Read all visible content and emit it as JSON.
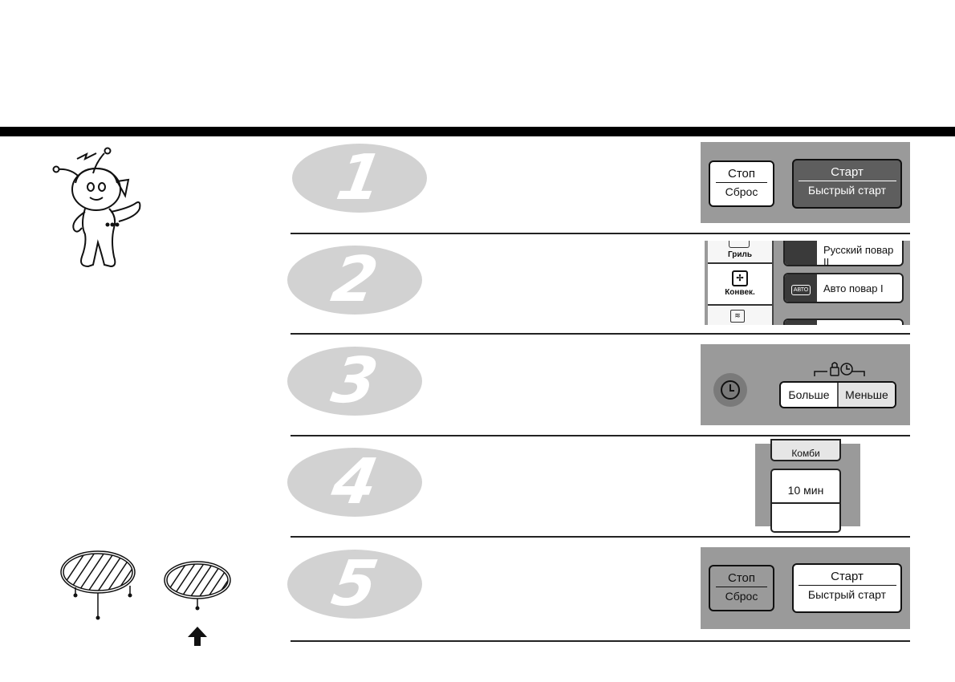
{
  "steps": [
    {
      "number": "1"
    },
    {
      "number": "2"
    },
    {
      "number": "3"
    },
    {
      "number": "4"
    },
    {
      "number": "5"
    }
  ],
  "panel1": {
    "stop_top": "Стоп",
    "stop_bottom": "Сброс",
    "start_top": "Старт",
    "start_bottom": "Быстрый старт"
  },
  "panel2": {
    "grill": "Гриль",
    "convection": "Конвек.",
    "russian_chef": "Русский повар II",
    "auto_chef": "Авто повар I",
    "auto_badge": "АВТО"
  },
  "panel3": {
    "more": "Больше",
    "less": "Меньше"
  },
  "panel4": {
    "combi": "Комби",
    "ten_min": "10 мин"
  },
  "panel5": {
    "stop_top": "Стоп",
    "stop_bottom": "Сброс",
    "start_top": "Старт",
    "start_bottom": "Быстрый старт"
  },
  "icons": [
    "mascot-illustration",
    "high-rack-illustration",
    "low-rack-illustration",
    "up-arrow-icon",
    "clock-icon",
    "fan-icon",
    "pot-icon",
    "lock-icon"
  ],
  "colors": {
    "panel": "#9a9a9a",
    "step_circle": "#d2d2d2",
    "dark_button": "#5e5e5e"
  }
}
